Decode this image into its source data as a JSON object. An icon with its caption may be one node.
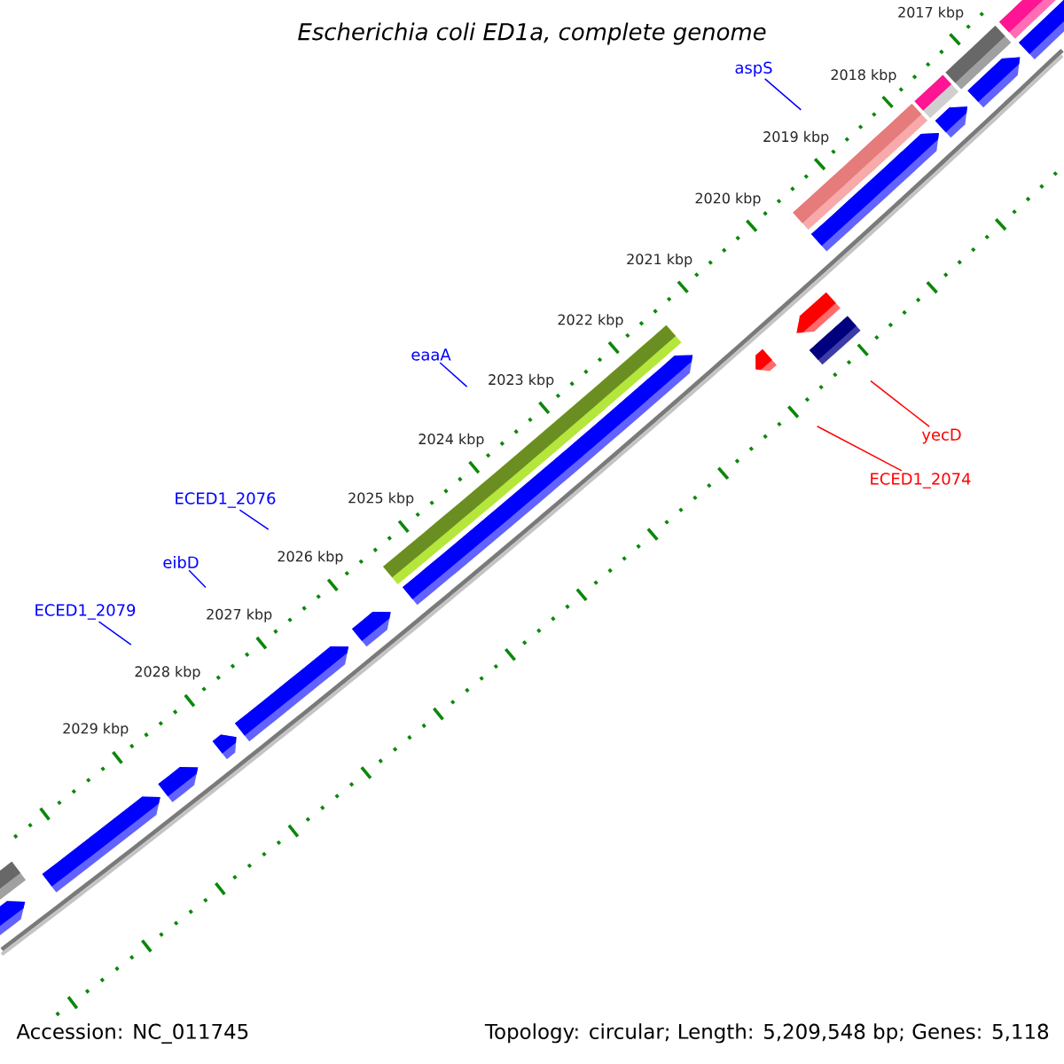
{
  "diagram": {
    "title": "Escherichia coli ED1a, complete genome",
    "nodes": [
      {
        "text": [
          "aspS"
        ]
      },
      {
        "text": [
          "eaaA"
        ]
      },
      {
        "text": [
          "yecD"
        ]
      },
      {
        "text": [
          "ECED1_2074"
        ]
      },
      {
        "text": [
          "ECED1_2076"
        ]
      },
      {
        "text": [
          "eibD"
        ]
      },
      {
        "text": [
          "ECED1_2079"
        ]
      }
    ],
    "edges": [
      {
        "from": 0,
        "to": null,
        "arrow": "none"
      },
      {
        "from": 1,
        "to": null,
        "arrow": "none"
      },
      {
        "from": 2,
        "to": null,
        "arrow": "none",
        "color": "#ff0000"
      },
      {
        "from": 3,
        "to": null,
        "arrow": "none",
        "color": "#ff0000"
      },
      {
        "from": 4,
        "to": null,
        "arrow": "none"
      },
      {
        "from": 5,
        "to": null,
        "arrow": "none"
      },
      {
        "from": 6,
        "to": null,
        "arrow": "none"
      }
    ],
    "labels": [
      "2017 kbp",
      "2018 kbp",
      "2019 kbp",
      "2020 kbp",
      "2021 kbp",
      "2022 kbp",
      "2023 kbp",
      "2024 kbp",
      "2025 kbp",
      "2026 kbp",
      "2027 kbp",
      "2028 kbp",
      "2029 kbp",
      "Accession: NC_011745",
      "Topology: circular; Length: 5,209,548 bp; Genes: 5,118"
    ]
  }
}
